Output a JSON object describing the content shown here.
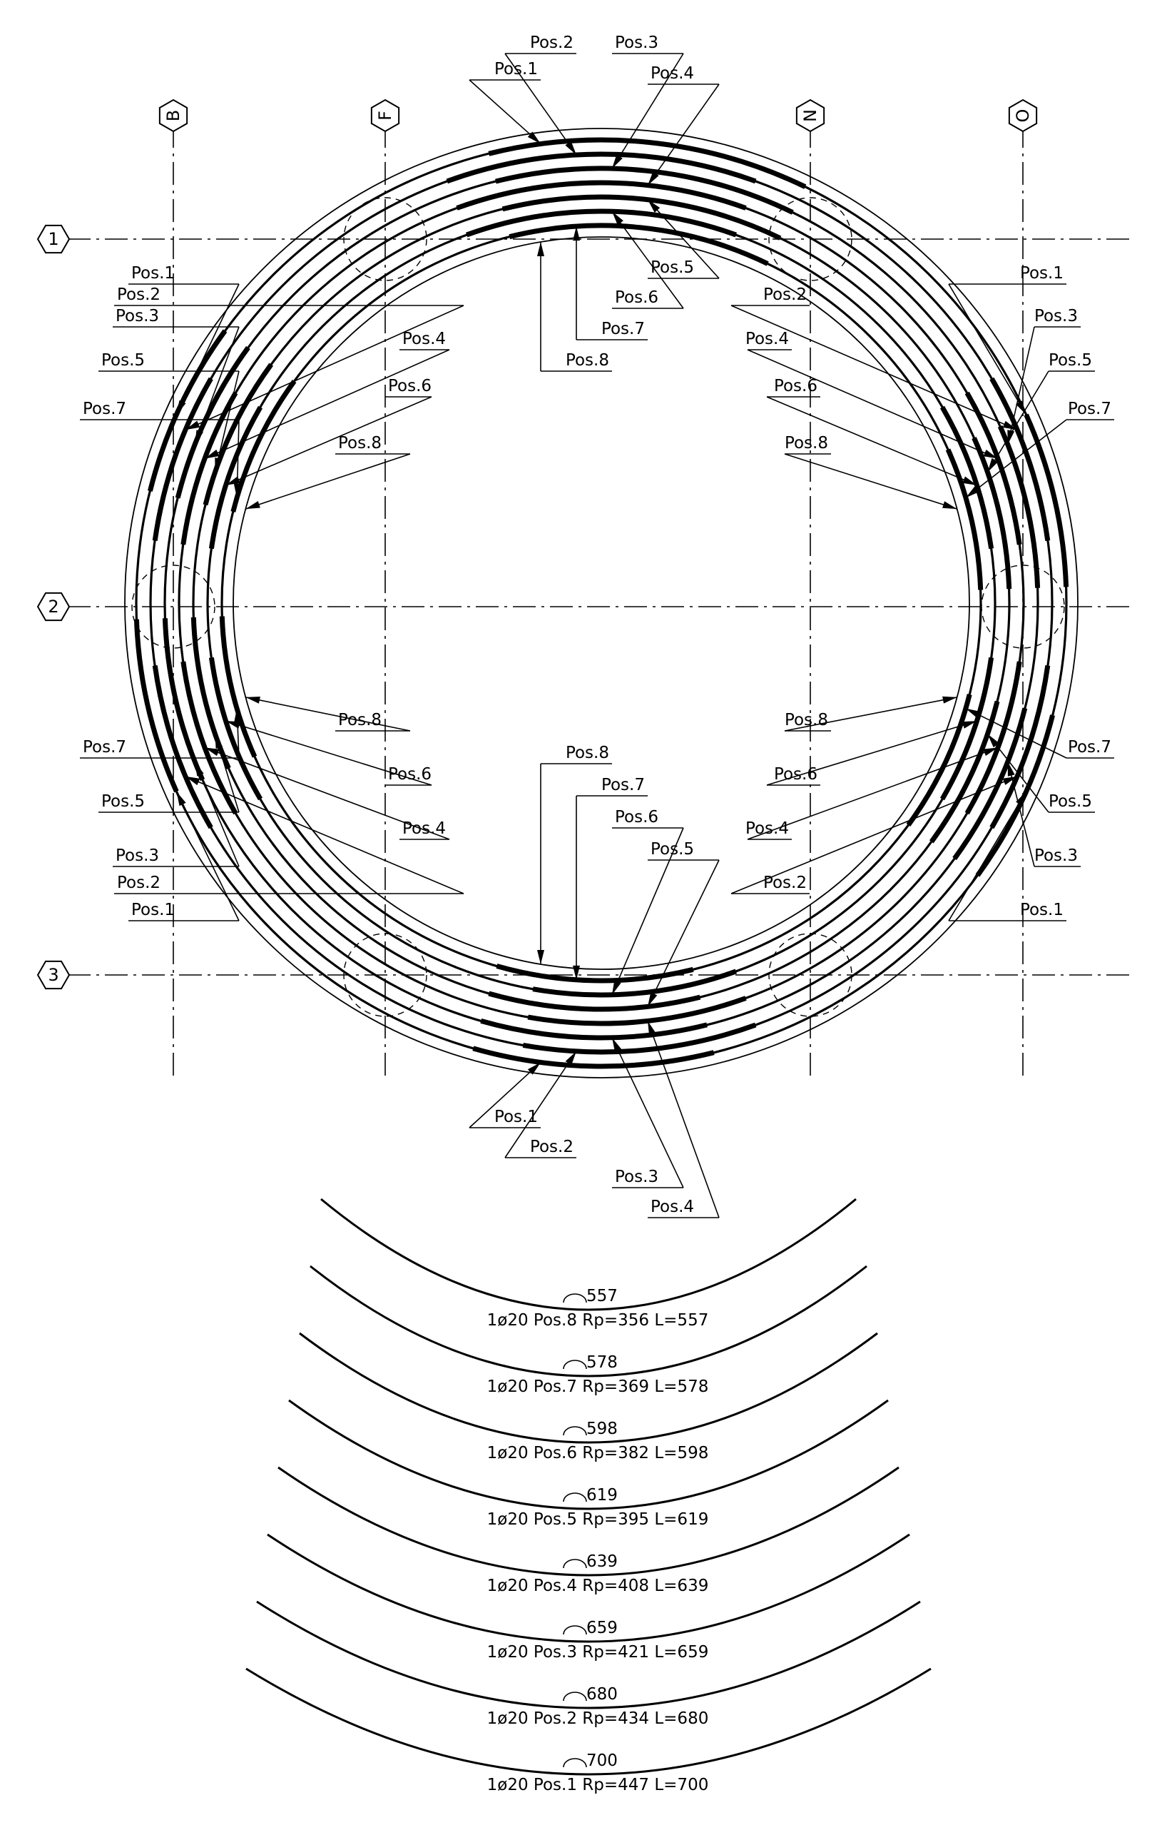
{
  "grid": {
    "columns": [
      "B",
      "F",
      "N",
      "O"
    ],
    "rows": [
      "1",
      "2",
      "3"
    ]
  },
  "positions": [
    "Pos.1",
    "Pos.2",
    "Pos.3",
    "Pos.4",
    "Pos.5",
    "Pos.6",
    "Pos.7",
    "Pos.8"
  ],
  "bars": [
    {
      "arc": "557",
      "label": "1ø20  Pos.8  Rp=356  L=557"
    },
    {
      "arc": "578",
      "label": "1ø20  Pos.7  Rp=369  L=578"
    },
    {
      "arc": "598",
      "label": "1ø20  Pos.6  Rp=382  L=598"
    },
    {
      "arc": "619",
      "label": "1ø20  Pos.5  Rp=395  L=619"
    },
    {
      "arc": "639",
      "label": "1ø20  Pos.4  Rp=408  L=639"
    },
    {
      "arc": "659",
      "label": "1ø20  Pos.3  Rp=421  L=659"
    },
    {
      "arc": "680",
      "label": "1ø20  Pos.2  Rp=434  L=680"
    },
    {
      "arc": "700",
      "label": "1ø20  Pos.1  Rp=447  L=700"
    }
  ]
}
